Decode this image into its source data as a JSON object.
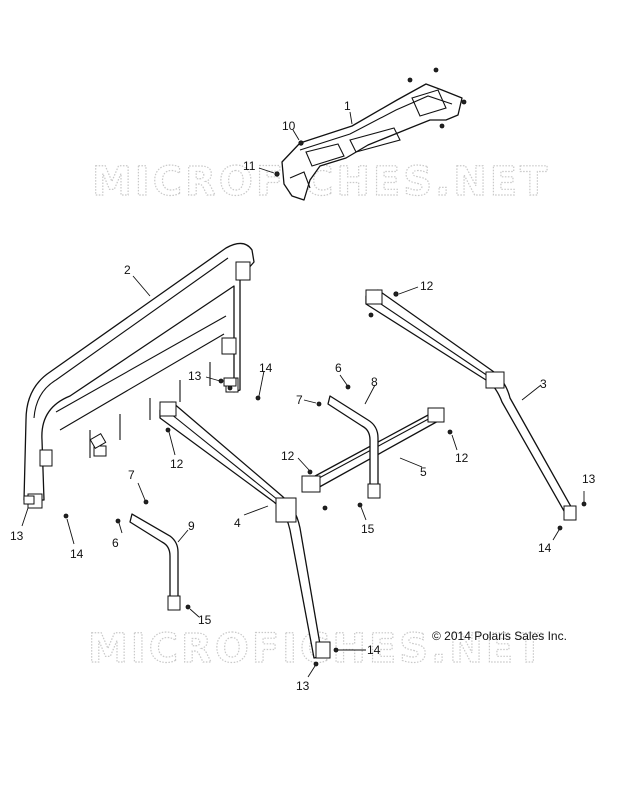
{
  "watermark": "MICROFICHES.NET",
  "copyright": "© 2014 Polaris Sales Inc.",
  "callouts": [
    {
      "id": "c1",
      "label": "1"
    },
    {
      "id": "c10",
      "label": "10"
    },
    {
      "id": "c11",
      "label": "11"
    },
    {
      "id": "c2",
      "label": "2"
    },
    {
      "id": "c12a",
      "label": "12"
    },
    {
      "id": "c3",
      "label": "3"
    },
    {
      "id": "c13a",
      "label": "13"
    },
    {
      "id": "c14a",
      "label": "14"
    },
    {
      "id": "c6a",
      "label": "6"
    },
    {
      "id": "c8",
      "label": "8"
    },
    {
      "id": "c7a",
      "label": "7"
    },
    {
      "id": "c12b",
      "label": "12"
    },
    {
      "id": "c12c",
      "label": "12"
    },
    {
      "id": "c12d",
      "label": "12"
    },
    {
      "id": "c5",
      "label": "5"
    },
    {
      "id": "c15a",
      "label": "15"
    },
    {
      "id": "c13b",
      "label": "13"
    },
    {
      "id": "c14b",
      "label": "14"
    },
    {
      "id": "c7b",
      "label": "7"
    },
    {
      "id": "c6b",
      "label": "6"
    },
    {
      "id": "c9",
      "label": "9"
    },
    {
      "id": "c4",
      "label": "4"
    },
    {
      "id": "c13c",
      "label": "13"
    },
    {
      "id": "c14c",
      "label": "14"
    },
    {
      "id": "c15b",
      "label": "15"
    },
    {
      "id": "c13d",
      "label": "13"
    },
    {
      "id": "c14d",
      "label": "14"
    }
  ]
}
